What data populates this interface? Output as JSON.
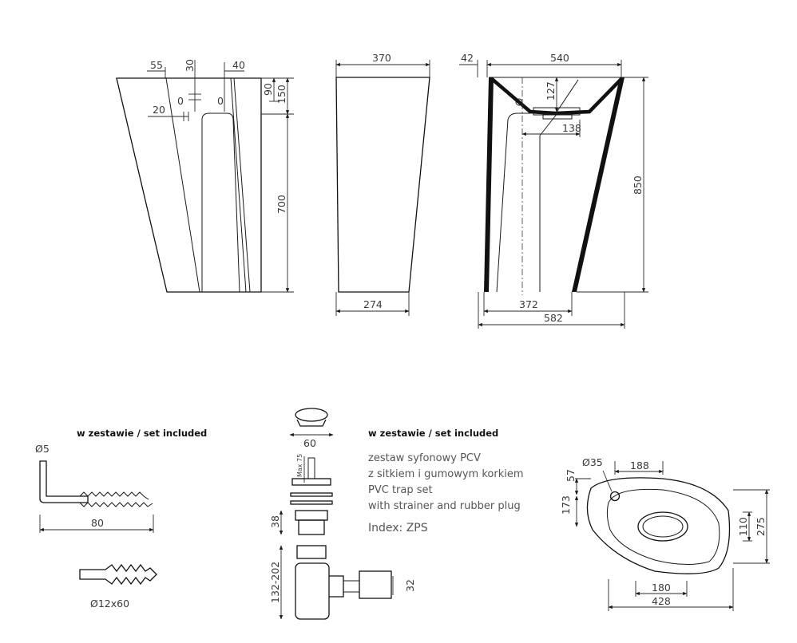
{
  "front_view": {
    "dims": {
      "w55": "55",
      "w30": "30",
      "w40": "40",
      "w20": "20",
      "h90": "90",
      "h150": "150",
      "h700": "700"
    },
    "hole_labels": [
      "0",
      "0"
    ]
  },
  "side_view": {
    "dims": {
      "top": "370",
      "bottom": "274"
    }
  },
  "section_view": {
    "dims": {
      "d42": "42",
      "d540": "540",
      "d127": "127",
      "d138": "138",
      "d850": "850",
      "d372": "372",
      "d582": "582"
    }
  },
  "hook_set": {
    "title": "w zestawie / set included",
    "dia": "Ø5",
    "length": "80",
    "dowel": "Ø12x60"
  },
  "trap_set": {
    "title": "w zestawie / set included",
    "desc": [
      "zestaw syfonowy PCV",
      "z sitkiem i gumowym korkiem",
      "PVC trap set",
      "with strainer and rubber plug"
    ],
    "index": "Index: ZPS",
    "dims": {
      "d60": "60",
      "max75": "Max 75",
      "d38": "38",
      "range": "132-202",
      "d32": "32"
    }
  },
  "top_view": {
    "dims": {
      "hole": "Ø35",
      "d188": "188",
      "d57": "57",
      "d173": "173",
      "d110": "110",
      "d275": "275",
      "d180": "180",
      "d428": "428"
    }
  }
}
